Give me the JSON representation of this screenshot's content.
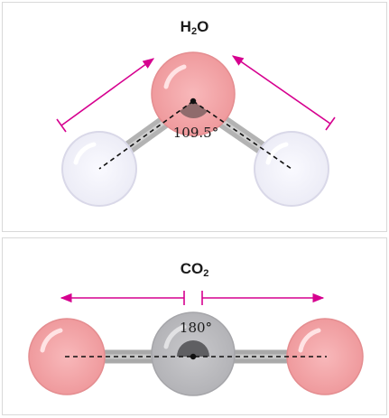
{
  "h2o": {
    "formula_main": "H",
    "formula_sub": "2",
    "formula_end": "O",
    "bond_angle": "109.5°",
    "colors": {
      "central_atom": "#f3a3a5",
      "outer_atom": "#f4f3fb",
      "bond": "#b5b5b5",
      "arrow": "#d6008f"
    },
    "icons": [
      "oxygen-atom",
      "hydrogen-atom",
      "bond",
      "angle-arc",
      "arrow"
    ]
  },
  "co2": {
    "formula_main": "CO",
    "formula_sub": "2",
    "bond_angle": "180°",
    "colors": {
      "central_atom": "#bdbdc0",
      "outer_atom": "#f3a3a5",
      "bond": "#b5b5b5",
      "arrow": "#d6008f"
    },
    "icons": [
      "carbon-atom",
      "oxygen-atom",
      "bond",
      "angle-arc",
      "arrow"
    ]
  }
}
